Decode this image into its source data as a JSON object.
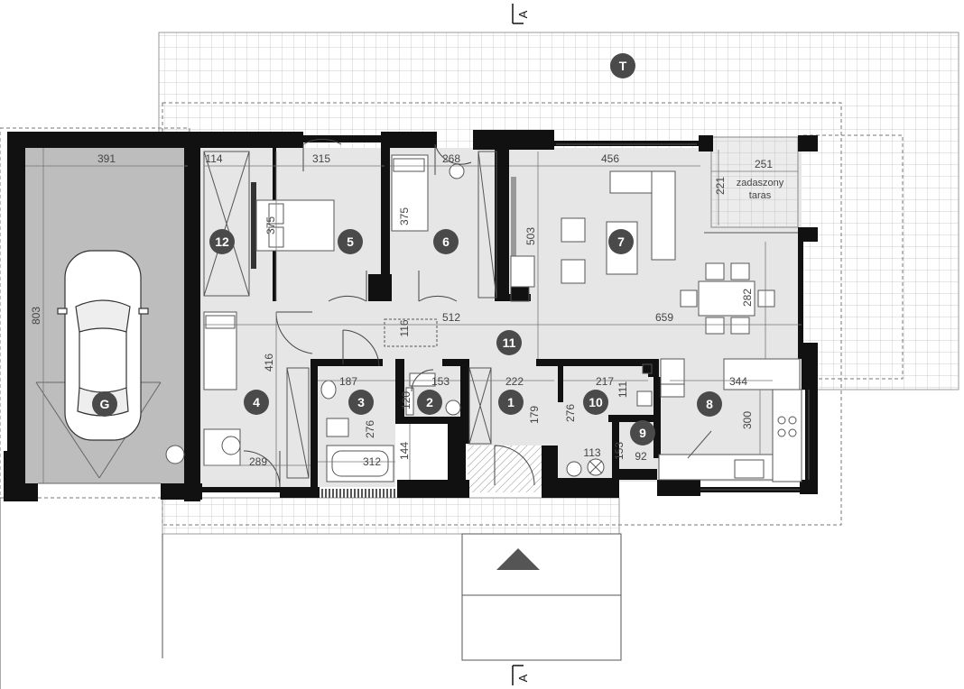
{
  "section_mark": "A",
  "terrace_badge": "T",
  "garage_badge": "G",
  "rooms": [
    {
      "id": "1"
    },
    {
      "id": "2"
    },
    {
      "id": "3"
    },
    {
      "id": "4"
    },
    {
      "id": "5"
    },
    {
      "id": "6"
    },
    {
      "id": "7"
    },
    {
      "id": "8"
    },
    {
      "id": "9"
    },
    {
      "id": "10"
    },
    {
      "id": "11"
    },
    {
      "id": "12"
    }
  ],
  "covered_terrace": {
    "line1": "zadaszony",
    "line2": "taras"
  },
  "dimensions": {
    "garage_width": "391",
    "garage_length": "803",
    "d114": "114",
    "d315": "315",
    "d375a": "375",
    "d375b": "375",
    "d268": "268",
    "d456": "456",
    "d503": "503",
    "d251": "251",
    "d221": "221",
    "d282": "282",
    "d512": "512",
    "d659": "659",
    "d116": "116",
    "d416": "416",
    "d187": "187",
    "d153": "153",
    "d120": "120",
    "d222": "222",
    "d179": "179",
    "d217": "217",
    "d111": "111",
    "d276a": "276",
    "d276b": "276",
    "d344": "344",
    "d300": "300",
    "d144": "144",
    "d312": "312",
    "d289": "289",
    "d113": "113",
    "d153b": "153",
    "d92": "92"
  },
  "colors": {
    "wall": "#111111",
    "floor": "#e6e6e6",
    "garage_floor": "#bdbdbd",
    "badge": "#4a4a4a",
    "grid": "#bbbbbb"
  }
}
